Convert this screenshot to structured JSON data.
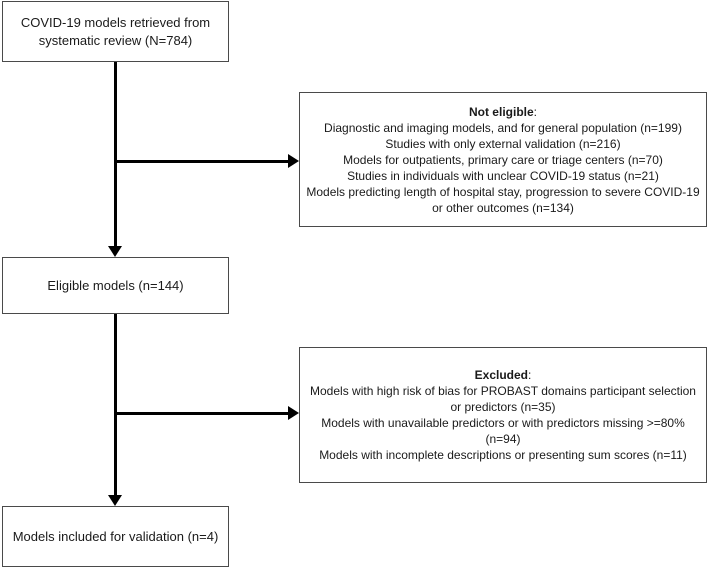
{
  "diagram": {
    "boxes": {
      "retrieved": {
        "line1": "COVID-19 models retrieved from",
        "line2": "systematic review (N=784)"
      },
      "not_eligible": {
        "title": "Not eligible",
        "title_suffix": ":",
        "items": {
          "0": "Diagnostic and imaging models, and for general population (n=199)",
          "1": "Studies with only external validation (n=216)",
          "2": "Models for outpatients, primary care or triage centers (n=70)",
          "3": "Studies in individuals with unclear COVID-19 status (n=21)",
          "4": "Models predicting length of hospital stay, progression to severe COVID-19 or other outcomes (n=134)"
        }
      },
      "eligible": {
        "label": "Eligible models (n=144)"
      },
      "excluded": {
        "title": "Excluded",
        "title_suffix": ":",
        "items": {
          "0": "Models with high risk of bias for PROBAST domains participant selection or predictors (n=35)",
          "1": "Models with unavailable predictors or with predictors missing >=80% (n=94)",
          "2": "Models with incomplete descriptions or presenting sum scores (n=11)"
        }
      },
      "included": {
        "label": "Models included for validation (n=4)"
      }
    },
    "colors": {
      "arrow": "#000000",
      "box_border": "#4a4a4a",
      "background": "#ffffff",
      "text": "#1a1a1a"
    }
  }
}
